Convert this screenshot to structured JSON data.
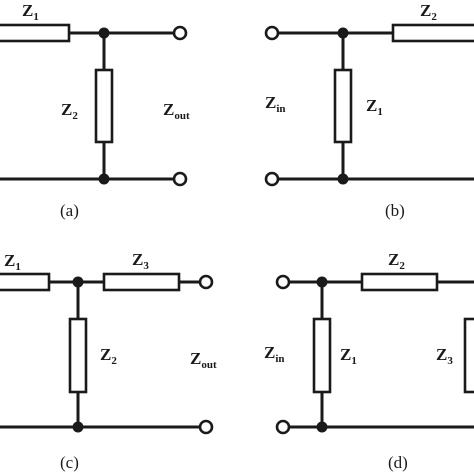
{
  "circuits": {
    "a": {
      "caption": "(a)",
      "z1": {
        "base": "Z",
        "sub": "1"
      },
      "z2": {
        "base": "Z",
        "sub": "2"
      },
      "zout": {
        "base": "Z",
        "sub": "out"
      }
    },
    "b": {
      "caption": "(b)",
      "z1": {
        "base": "Z",
        "sub": "1"
      },
      "z2": {
        "base": "Z",
        "sub": "2"
      },
      "zin": {
        "base": "Z",
        "sub": "in"
      }
    },
    "c": {
      "caption": "(c)",
      "z1": {
        "base": "Z",
        "sub": "1"
      },
      "z2": {
        "base": "Z",
        "sub": "2"
      },
      "z3": {
        "base": "Z",
        "sub": "3"
      },
      "zout": {
        "base": "Z",
        "sub": "out"
      }
    },
    "d": {
      "caption": "(d)",
      "z1": {
        "base": "Z",
        "sub": "1"
      },
      "z2": {
        "base": "Z",
        "sub": "2"
      },
      "z3": {
        "base": "Z",
        "sub": "3"
      },
      "zin": {
        "base": "Z",
        "sub": "in"
      }
    }
  }
}
